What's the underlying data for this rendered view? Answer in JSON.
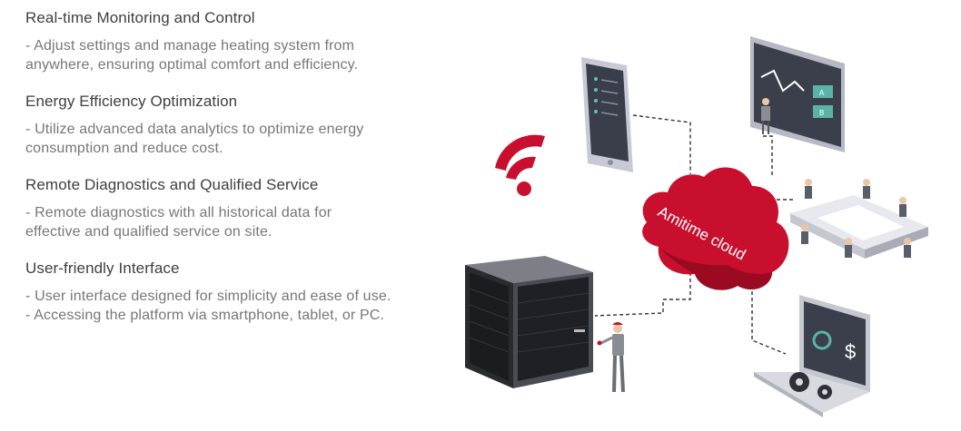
{
  "features": [
    {
      "title": "Real-time Monitoring and Control",
      "lines": [
        "- Adjust settings and manage heating system from",
        "anywhere, ensuring optimal comfort and efficiency."
      ]
    },
    {
      "title": "Energy Efficiency Optimization",
      "lines": [
        "- Utilize advanced data analytics to optimize energy",
        "consumption and reduce cost."
      ]
    },
    {
      "title": "Remote Diagnostics and Qualified Service",
      "lines": [
        "- Remote diagnostics with all historical data for",
        "effective and qualified service on site."
      ]
    },
    {
      "title": "User-friendly Interface",
      "lines": [
        "- User interface designed for simplicity and ease of use.",
        "- Accessing the platform via smartphone, tablet, or PC."
      ]
    }
  ],
  "cloud": {
    "label": "Amitime cloud"
  },
  "laptop": {
    "currency_symbol": "$"
  },
  "monitor": {
    "button_a": "A",
    "button_b": "B"
  },
  "colors": {
    "accent": "#c8102e",
    "heading": "#3f3f3f",
    "body": "#777777"
  },
  "icons": [
    "wifi-icon",
    "gear-icon",
    "dollar-icon"
  ]
}
